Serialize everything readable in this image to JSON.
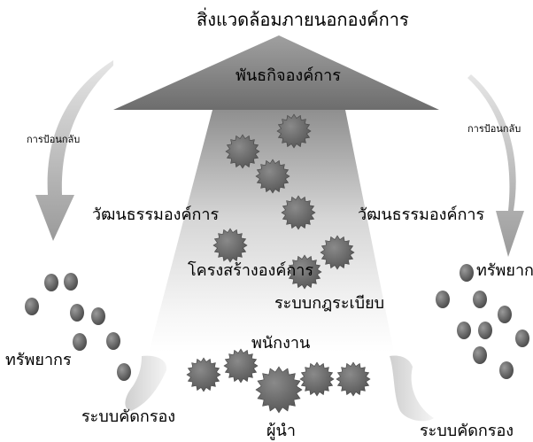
{
  "diagram": {
    "title": "สิ่งแวดล้อมภายนอกองค์การ",
    "arrow_head_label": "พันธกิจองค์การ",
    "culture_left": "วัฒนธรรมองค์การ",
    "culture_right": "วัฒนธรรมองค์การ",
    "structure": "โครงสร้างองค์การ",
    "rules": "ระบบกฎระเบียบ",
    "employees": "พนักงาน",
    "leader": "ผู้นำ",
    "feedback_left": "การป้อนกลับ",
    "feedback_right": "การป้อนกลับ",
    "resources_left": "ทรัพยากร",
    "resources_right": "ทรัพยากร",
    "filter_left": "ระบบคัดกรอง",
    "filter_right": "ระบบคัดกรอง"
  },
  "colors": {
    "arrow_head": "#8c8c8c",
    "shaft_top": "#9a9a9a",
    "star": "#6e6e6e",
    "dot": "#5f5f5f",
    "feedback_arrow": "#a8a8a8"
  }
}
